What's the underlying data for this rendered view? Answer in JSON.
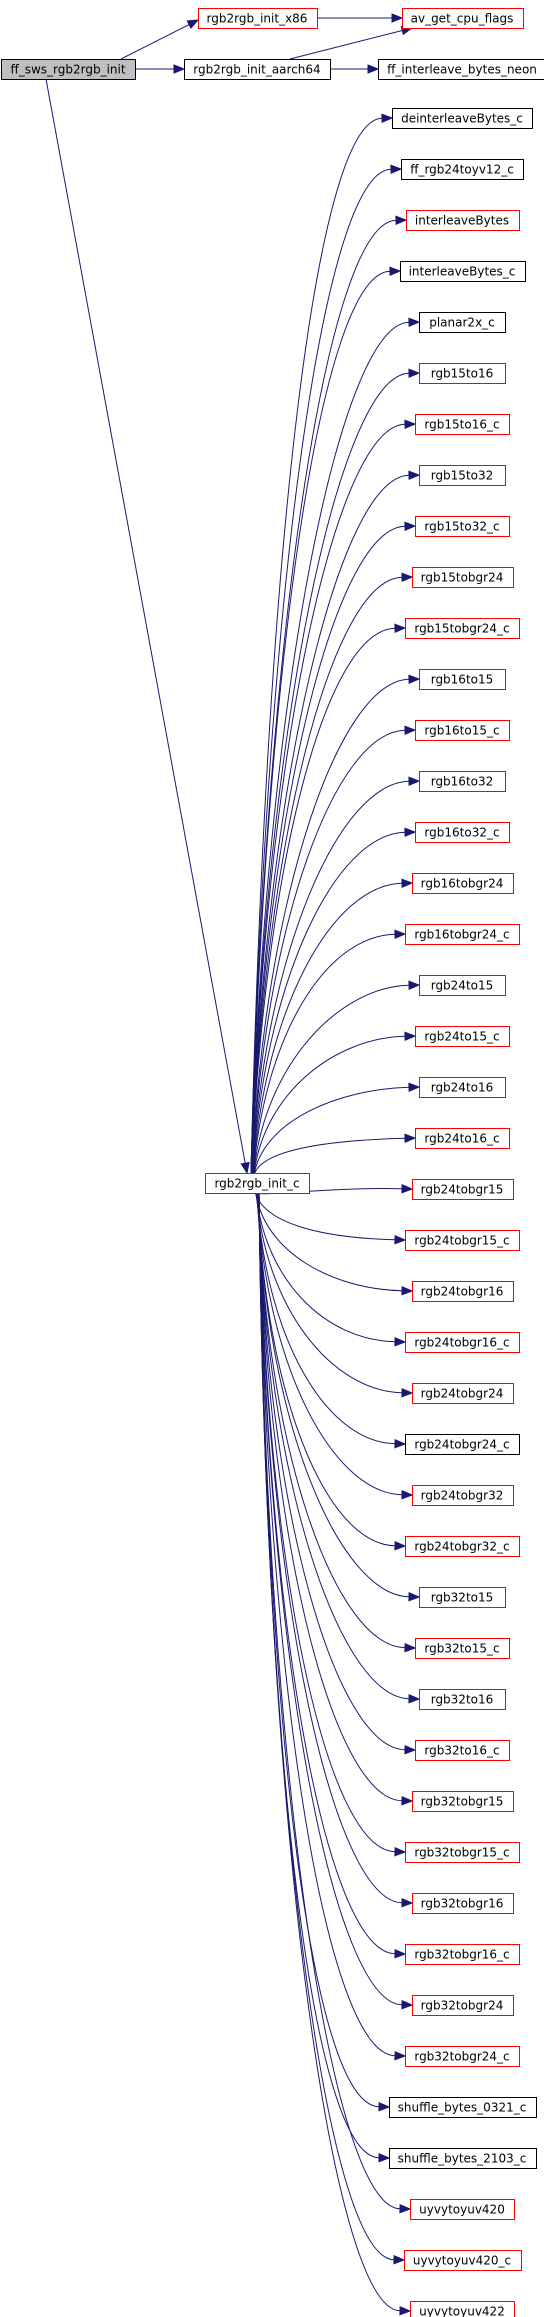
{
  "colors": {
    "edge": "#191970",
    "root_fill": "#bfbfbf",
    "border_red": "#ff0000",
    "border_black": "#000000",
    "node_fill": "#ffffff"
  },
  "nodes": {
    "root": {
      "label": "ff_sws_rgb2rgb_init",
      "style": "root"
    },
    "x86": {
      "label": "rgb2rgb_init_x86",
      "style": "red"
    },
    "aarch64": {
      "label": "rgb2rgb_init_aarch64",
      "style": "black"
    },
    "cpu": {
      "label": "av_get_cpu_flags",
      "style": "red"
    },
    "neon": {
      "label": "ff_interleave_bytes_neon",
      "style": "black"
    },
    "initc": {
      "label": "rgb2rgb_init_c",
      "style": "red"
    }
  },
  "leaves": [
    {
      "label": "deinterleaveBytes_c",
      "style": "black"
    },
    {
      "label": "ff_rgb24toyv12_c",
      "style": "black"
    },
    {
      "label": "interleaveBytes",
      "style": "red"
    },
    {
      "label": "interleaveBytes_c",
      "style": "black"
    },
    {
      "label": "planar2x_c",
      "style": "black"
    },
    {
      "label": "rgb15to16",
      "style": "red"
    },
    {
      "label": "rgb15to16_c",
      "style": "red"
    },
    {
      "label": "rgb15to32",
      "style": "red"
    },
    {
      "label": "rgb15to32_c",
      "style": "red"
    },
    {
      "label": "rgb15tobgr24",
      "style": "red"
    },
    {
      "label": "rgb15tobgr24_c",
      "style": "red"
    },
    {
      "label": "rgb16to15",
      "style": "red"
    },
    {
      "label": "rgb16to15_c",
      "style": "red"
    },
    {
      "label": "rgb16to32",
      "style": "red"
    },
    {
      "label": "rgb16to32_c",
      "style": "red"
    },
    {
      "label": "rgb16tobgr24",
      "style": "red"
    },
    {
      "label": "rgb16tobgr24_c",
      "style": "red"
    },
    {
      "label": "rgb24to15",
      "style": "red"
    },
    {
      "label": "rgb24to15_c",
      "style": "red"
    },
    {
      "label": "rgb24to16",
      "style": "red"
    },
    {
      "label": "rgb24to16_c",
      "style": "red"
    },
    {
      "label": "rgb24tobgr15",
      "style": "red"
    },
    {
      "label": "rgb24tobgr15_c",
      "style": "red"
    },
    {
      "label": "rgb24tobgr16",
      "style": "red"
    },
    {
      "label": "rgb24tobgr16_c",
      "style": "red"
    },
    {
      "label": "rgb24tobgr24",
      "style": "red"
    },
    {
      "label": "rgb24tobgr24_c",
      "style": "black"
    },
    {
      "label": "rgb24tobgr32",
      "style": "red"
    },
    {
      "label": "rgb24tobgr32_c",
      "style": "red"
    },
    {
      "label": "rgb32to15",
      "style": "red"
    },
    {
      "label": "rgb32to15_c",
      "style": "red"
    },
    {
      "label": "rgb32to16",
      "style": "red"
    },
    {
      "label": "rgb32to16_c",
      "style": "red"
    },
    {
      "label": "rgb32tobgr15",
      "style": "red"
    },
    {
      "label": "rgb32tobgr15_c",
      "style": "red"
    },
    {
      "label": "rgb32tobgr16",
      "style": "red"
    },
    {
      "label": "rgb32tobgr16_c",
      "style": "red"
    },
    {
      "label": "rgb32tobgr24",
      "style": "red"
    },
    {
      "label": "rgb32tobgr24_c",
      "style": "red"
    },
    {
      "label": "shuffle_bytes_0321_c",
      "style": "black"
    },
    {
      "label": "shuffle_bytes_2103_c",
      "style": "black"
    },
    {
      "label": "uyvytoyuv420",
      "style": "red"
    },
    {
      "label": "uyvytoyuv420_c",
      "style": "red"
    },
    {
      "label": "uyvytoyuv422",
      "style": "red"
    }
  ],
  "edges": [
    [
      "root",
      "x86"
    ],
    [
      "root",
      "aarch64"
    ],
    [
      "root",
      "initc"
    ],
    [
      "x86",
      "cpu"
    ],
    [
      "aarch64",
      "cpu"
    ],
    [
      "aarch64",
      "neon"
    ]
  ]
}
